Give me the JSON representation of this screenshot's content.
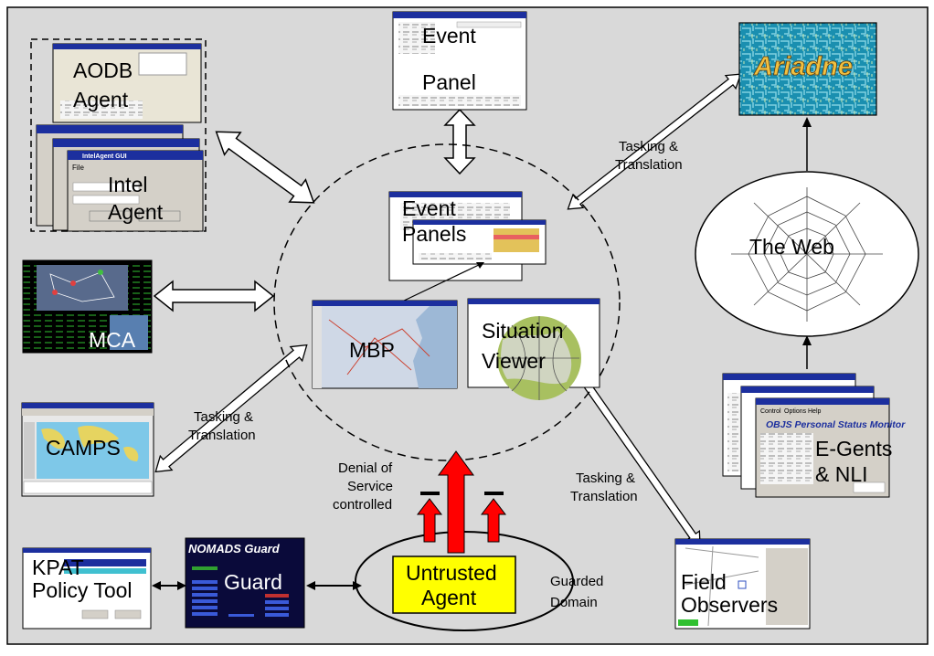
{
  "nodes": {
    "aodb_agent": [
      "AODB",
      "Agent"
    ],
    "intel_agent": [
      "Intel",
      "Agent"
    ],
    "intel_window_title": "IntelAgent GUI",
    "intel_window_menu": "File",
    "event_panel": [
      "Event",
      "Panel"
    ],
    "event_panels": [
      "Event",
      "Panels"
    ],
    "ariadne": "Ariadne",
    "the_web": "The Web",
    "mca": "MCA",
    "mbp": "MBP",
    "situation_viewer": [
      "Situation",
      "Viewer"
    ],
    "camps": "CAMPS",
    "e_gents": [
      "E-Gents",
      "& NLI"
    ],
    "objs_monitor_title": "OBJS Personal Status Monitor",
    "objs_menu": [
      "Control",
      "Options",
      "Help"
    ],
    "kpat": [
      "KPAT",
      "Policy Tool"
    ],
    "nomads_guard_title": "NOMADS Guard",
    "guard": "Guard",
    "untrusted_agent": [
      "Untrusted",
      "Agent"
    ],
    "guarded_domain": [
      "Guarded",
      "Domain"
    ],
    "field_observers": [
      "Field",
      "Observers"
    ]
  },
  "edge_labels": {
    "tasking_ariadne": [
      "Tasking &",
      "Translation"
    ],
    "tasking_camps": [
      "Tasking &",
      "Translation"
    ],
    "tasking_field": [
      "Tasking &",
      "Translation"
    ],
    "denial_of_service": [
      "Denial of",
      "Service",
      "controlled"
    ]
  },
  "colors": {
    "background": "#d9d9d9",
    "untrusted_fill": "#ffff00",
    "attack_arrows": "#ff0000",
    "ariadne_bg": "#1a8fb0",
    "ariadne_text": "#f0c040",
    "guard_bg": "#0a0a3a",
    "window_title": "#1c2f9e"
  }
}
